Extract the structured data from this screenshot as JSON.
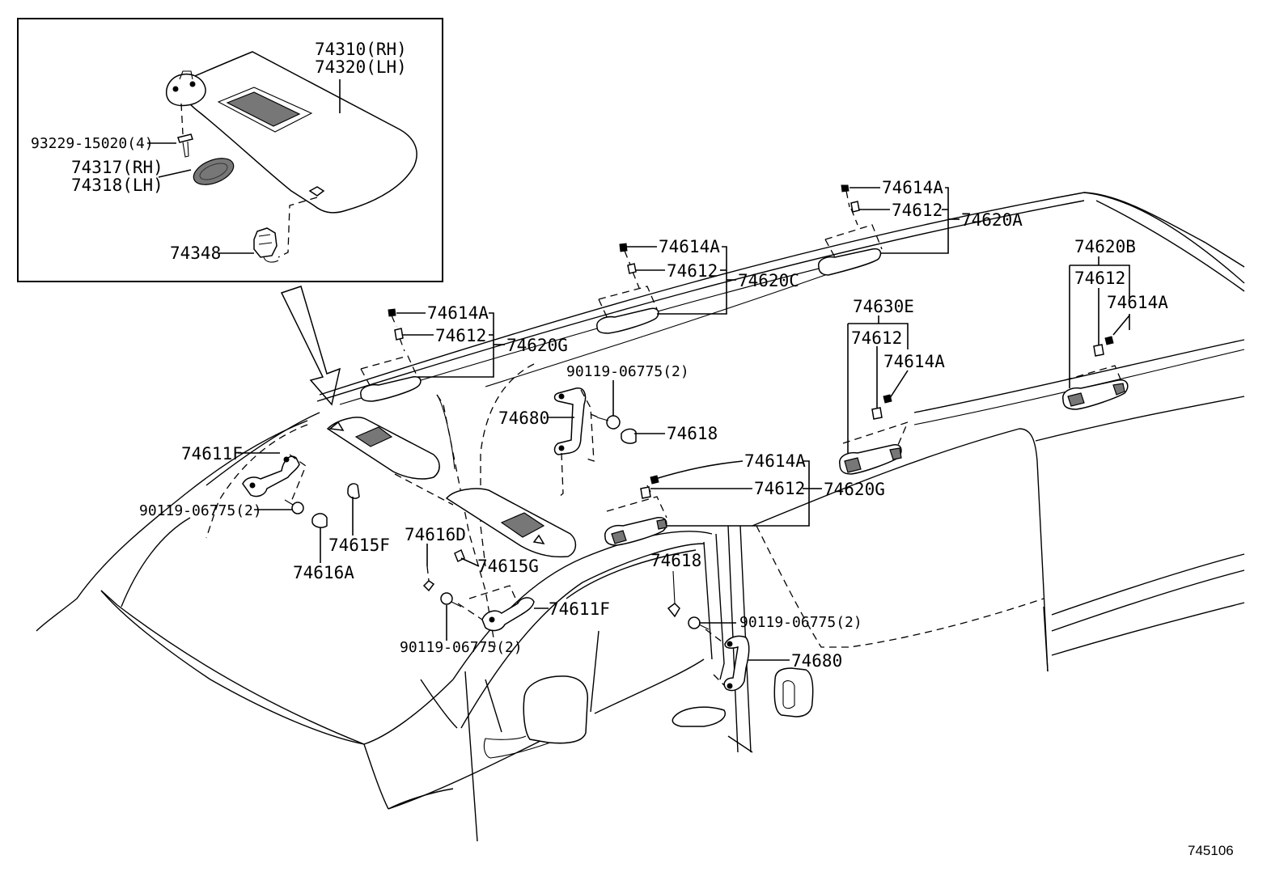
{
  "inset": {
    "labels": {
      "visor_rh": "74310(RH)",
      "visor_lh": "74320(LH)",
      "screw": "93229-15020(4)",
      "holder_rh": "74317(RH)",
      "holder_lh": "74318(LH)",
      "clip": "74348"
    }
  },
  "labels": {
    "grip_a_clip1": "74614A",
    "grip_a_clip2": "74612",
    "grip_a": "74620A",
    "grip_c_clip1": "74614A",
    "grip_c_clip2": "74612",
    "grip_c": "74620C",
    "grip_g_front_clip1": "74614A",
    "grip_g_front_clip2": "74612",
    "grip_g_front": "74620G",
    "grip_b": "74620B",
    "grip_b_clip2": "74612",
    "grip_b_clip1": "74614A",
    "grip_e": "74630E",
    "grip_e_clip2": "74612",
    "grip_e_clip1": "74614A",
    "bolt_upper": "90119-06775(2)",
    "assist_grip_upper": "74680",
    "cap_upper": "74618",
    "visor_holder_left": "74611F",
    "bolt_left": "90119-06775(2)",
    "cover_f": "74615F",
    "cover_a": "74616A",
    "cover_d": "74616D",
    "cover_g": "74615G",
    "visor_holder_mid": "74611F",
    "bolt_mid": "90119-06775(2)",
    "grip_g_rear_clip1": "74614A",
    "grip_g_rear_clip2": "74612",
    "grip_g_rear": "74620G",
    "cap_lower": "74618",
    "bolt_lower": "90119-06775(2)",
    "assist_grip_lower": "74680"
  },
  "figure_number": "745106"
}
